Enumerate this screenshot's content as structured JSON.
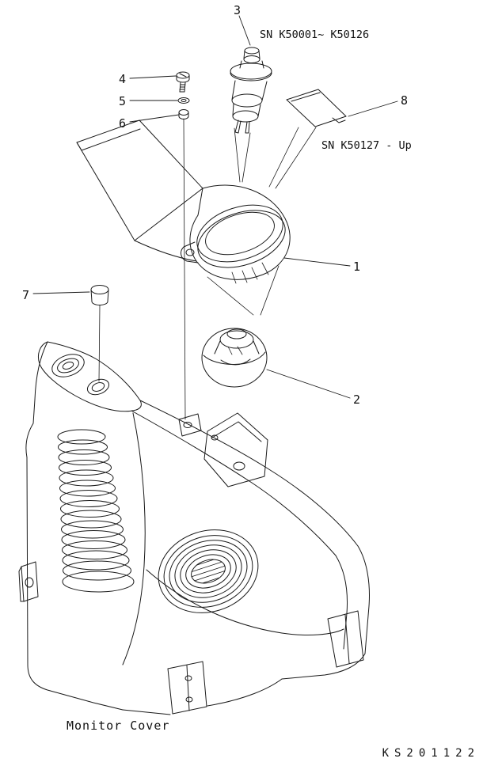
{
  "diagram": {
    "title": "Monitor Cover",
    "drawing_number": "KS201122",
    "serial_notes": {
      "range_early": "SN K50001~ K50126",
      "range_late": "SN K50127 - Up"
    },
    "callouts": {
      "c1": "1",
      "c2": "2",
      "c3": "3",
      "c4": "4",
      "c5": "5",
      "c6": "6",
      "c7": "7",
      "c8": "8"
    }
  }
}
